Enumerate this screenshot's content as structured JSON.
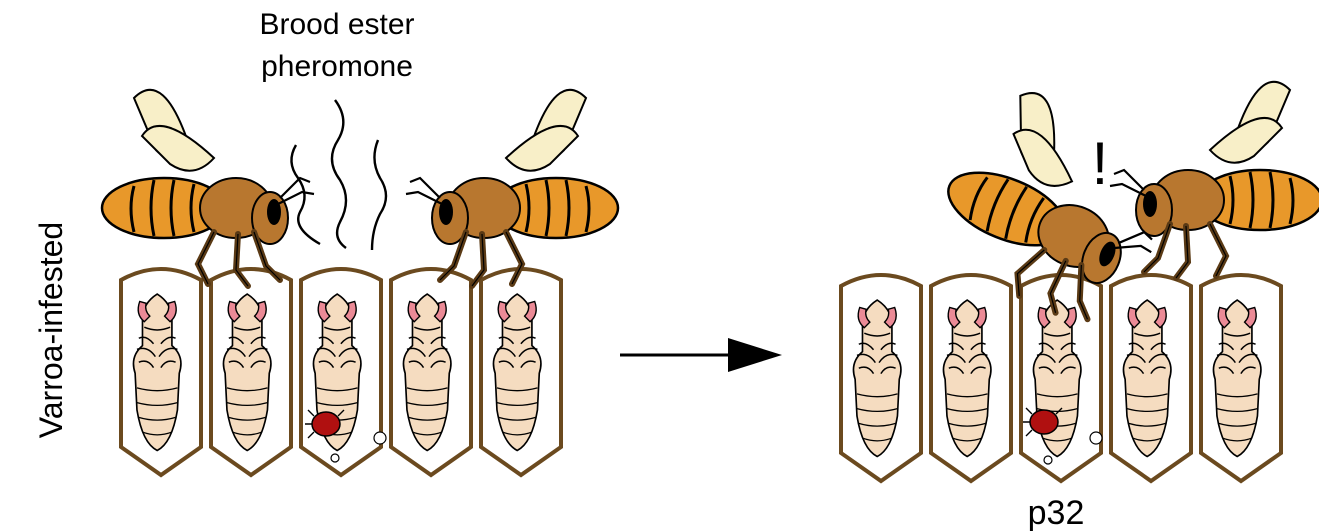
{
  "labels": {
    "side_label": "Varroa-infested",
    "pheromone_line1": "Brood ester",
    "pheromone_line2": "pheromone",
    "alert_mark": "!",
    "protein_label": "p32"
  },
  "colors": {
    "cell_border": "#6b4a1f",
    "pupa_body": "#f5dcc0",
    "pupa_head": "#eb8a96",
    "mite": "#b01010",
    "bee_abdomen": "#e8982a",
    "bee_thorax": "#b8772f",
    "bee_wing": "#f8efc8",
    "bee_leg": "#5a3a15"
  },
  "icons": {
    "arrow": "right-arrow-icon",
    "mite": "varroa-mite-icon",
    "bee": "honeybee-icon",
    "pupa": "bee-pupa-icon"
  }
}
